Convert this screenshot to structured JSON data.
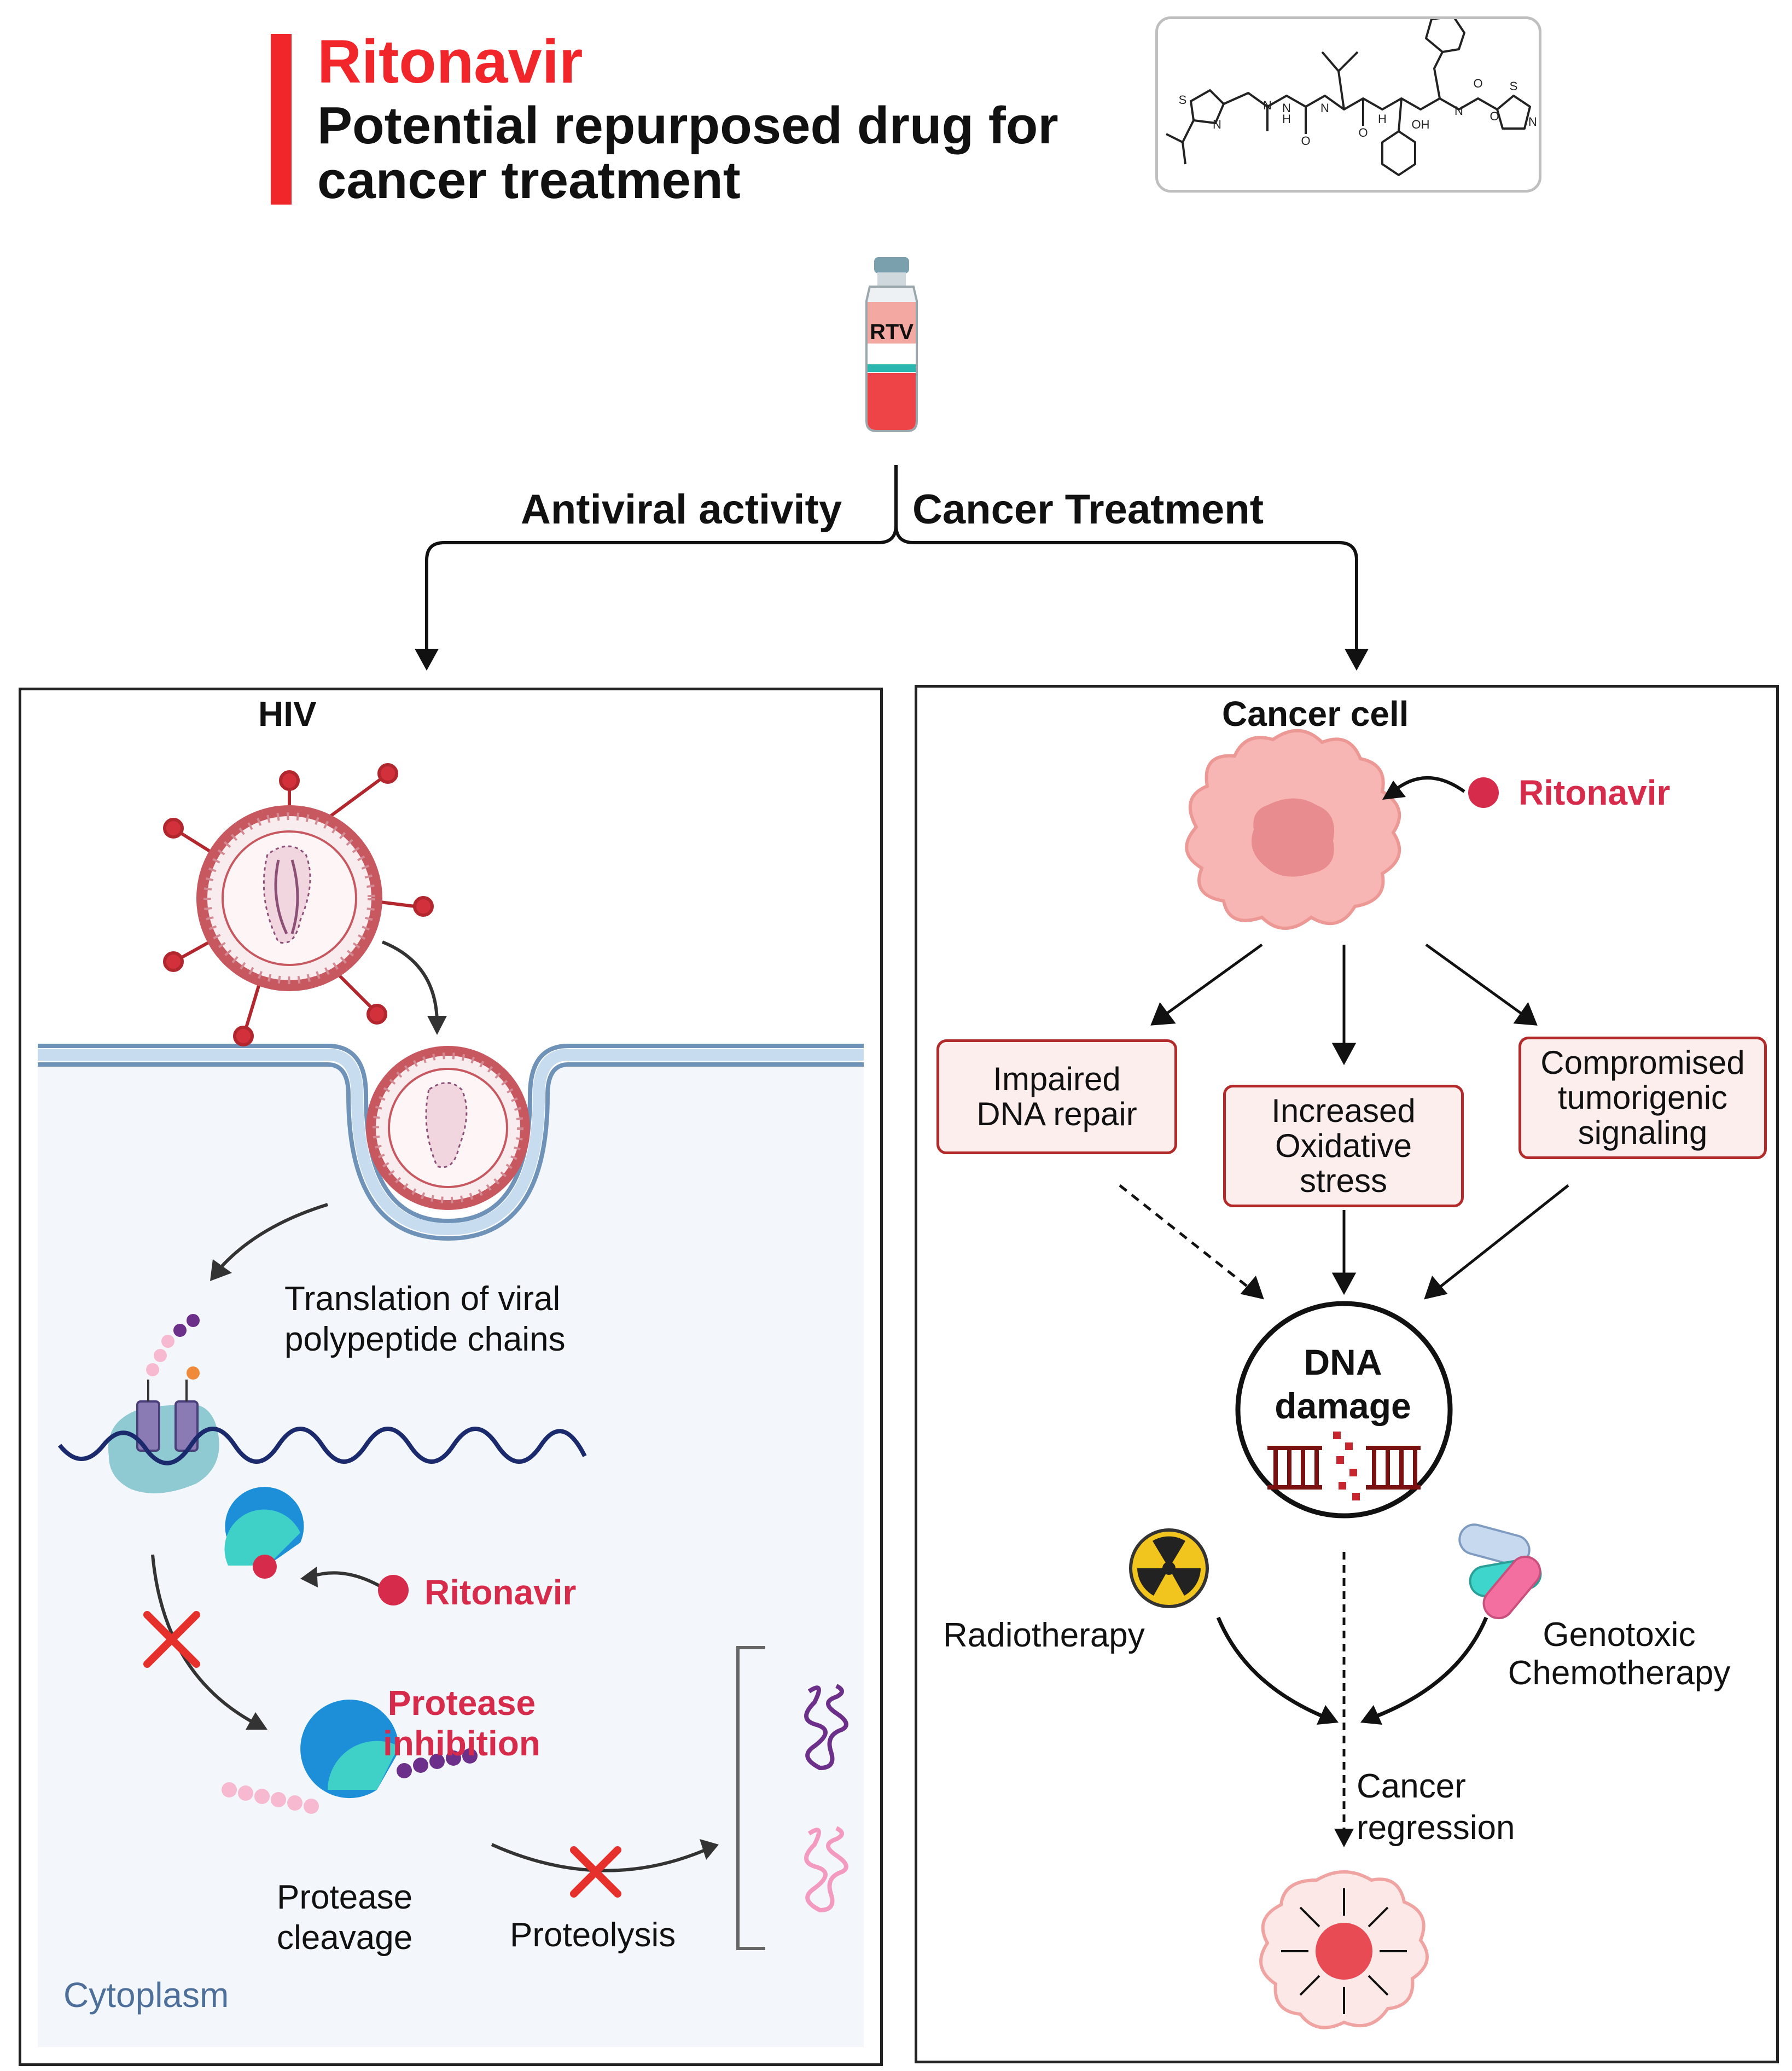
{
  "header": {
    "title": "Ritonavir",
    "subtitle_line1": "Potential repurposed drug for",
    "subtitle_line2": "cancer treatment"
  },
  "structure": {
    "atoms": [
      "S",
      "N",
      "N",
      "N",
      "N",
      "O",
      "O",
      "H",
      "H",
      "OH",
      "N",
      "O",
      "O",
      "S",
      "N"
    ]
  },
  "vial": {
    "label": "RTV"
  },
  "branches": {
    "left": "Antiviral activity",
    "right": "Cancer Treatment"
  },
  "hiv_panel": {
    "title": "HIV",
    "translation_line1": "Translation of viral",
    "translation_line2": "polypeptide chains",
    "ritonavir": "Ritonavir",
    "protease_inhibition_line1": "Protease",
    "protease_inhibition_line2": "inhibition",
    "protease_cleavage_line1": "Protease",
    "protease_cleavage_line2": "cleavage",
    "proteolysis": "Proteolysis",
    "cytoplasm": "Cytoplasm"
  },
  "cancer_panel": {
    "title": "Cancer cell",
    "ritonavir": "Ritonavir",
    "effects": [
      {
        "line1": "Impaired",
        "line2": "DNA repair",
        "line3": ""
      },
      {
        "line1": "Increased",
        "line2": "Oxidative",
        "line3": "stress"
      },
      {
        "line1": "Compromised",
        "line2": "tumorigenic",
        "line3": "signaling"
      }
    ],
    "dna_damage_line1": "DNA",
    "dna_damage_line2": "damage",
    "radiotherapy": "Radiotherapy",
    "chemo_line1": "Genotoxic",
    "chemo_line2": "Chemotherapy",
    "regression_line1": "Cancer",
    "regression_line2": "regression"
  },
  "colors": {
    "accent_red": "#f0262b",
    "ritonavir_red": "#d72b4b",
    "box_border": "#b22a2a",
    "box_fill": "#fdeeee",
    "cytoplasm_fill": "#f3f7fb",
    "membrane_blue": "#a9c7e3"
  }
}
